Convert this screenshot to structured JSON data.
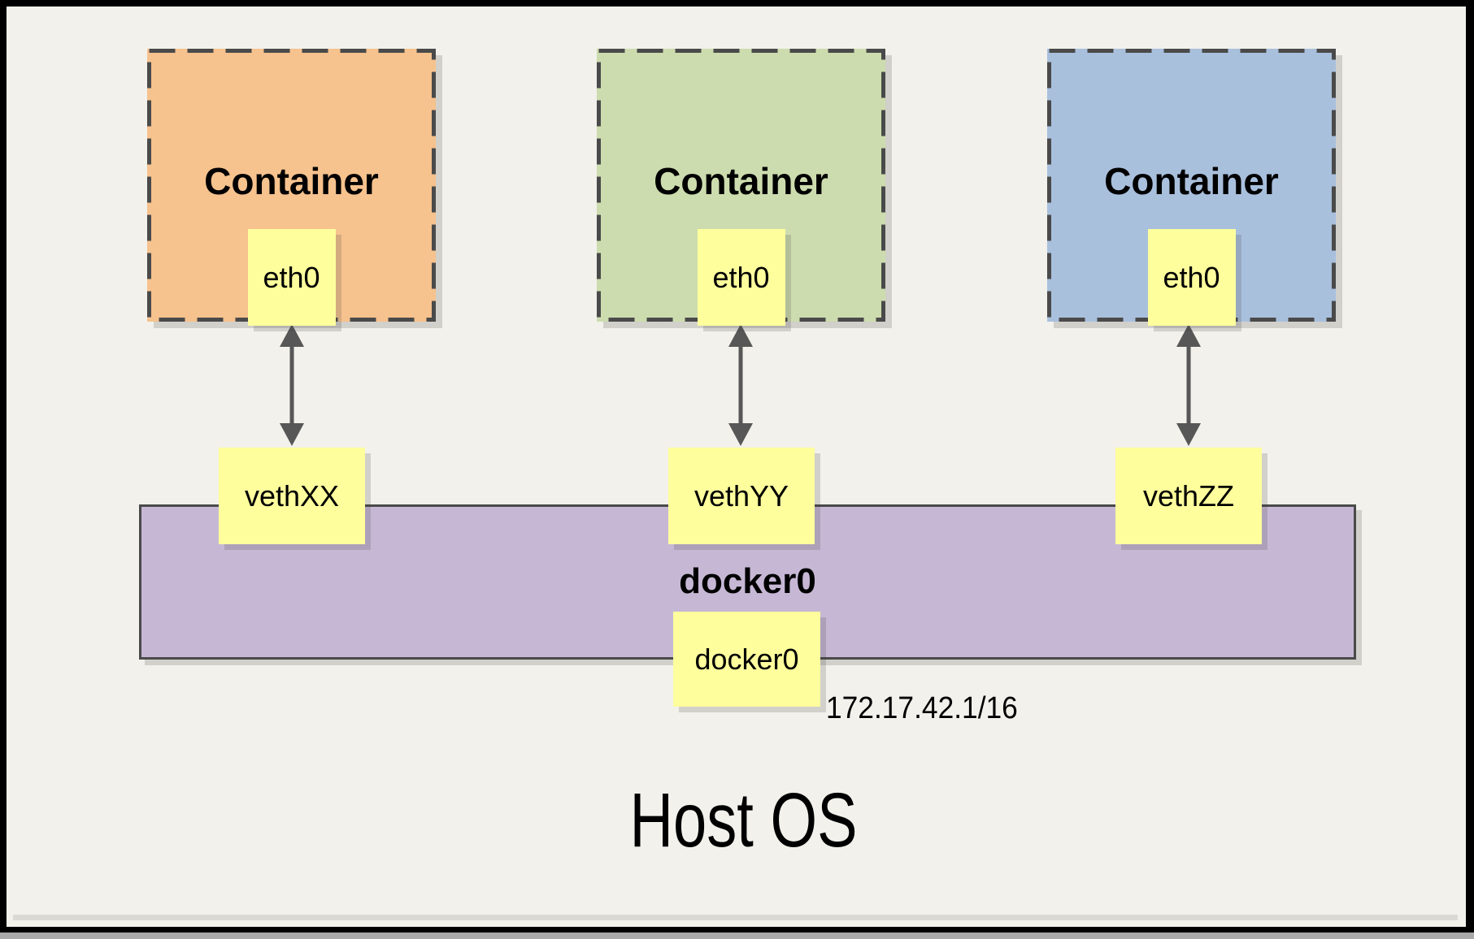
{
  "diagram": {
    "host_label": "Host OS",
    "containers": [
      {
        "label": "Container",
        "interface": "eth0",
        "veth": "vethXX",
        "fill": "#F6C28E"
      },
      {
        "label": "Container",
        "interface": "eth0",
        "veth": "vethYY",
        "fill": "#CDDCAE"
      },
      {
        "label": "Container",
        "interface": "eth0",
        "veth": "vethZZ",
        "fill": "#A9C0DD"
      }
    ],
    "bridge": {
      "name": "docker0",
      "interface_label": "docker0",
      "ip": "172.17.42.1/16"
    },
    "colors": {
      "background": "#F2F1EB",
      "frame": "#000000",
      "note_yellow": "#FEFE9D",
      "bridge_purple": "#C6B8D5",
      "dashed_border": "#4A4A4A",
      "arrow_gray": "#575757",
      "container_orange": "#F6C28E",
      "container_green": "#CDDCAE",
      "container_blue": "#A9C0DD"
    }
  }
}
